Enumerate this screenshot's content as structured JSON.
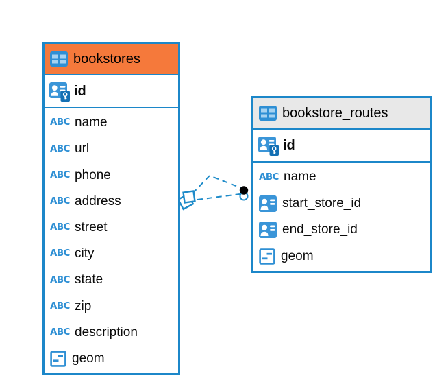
{
  "diagram": {
    "tables": [
      {
        "title": "bookstores",
        "header_style": "highlighted-orange",
        "primary_key": {
          "name": "id",
          "icon": "person-card-key"
        },
        "columns": [
          {
            "name": "name",
            "icon": "text"
          },
          {
            "name": "url",
            "icon": "text"
          },
          {
            "name": "phone",
            "icon": "text"
          },
          {
            "name": "address",
            "icon": "text"
          },
          {
            "name": "street",
            "icon": "text"
          },
          {
            "name": "city",
            "icon": "text"
          },
          {
            "name": "state",
            "icon": "text"
          },
          {
            "name": "zip",
            "icon": "text"
          },
          {
            "name": "description",
            "icon": "text"
          },
          {
            "name": "geom",
            "icon": "geometry"
          }
        ]
      },
      {
        "title": "bookstore_routes",
        "header_style": "gray",
        "primary_key": {
          "name": "id",
          "icon": "person-card-key"
        },
        "columns": [
          {
            "name": "name",
            "icon": "text"
          },
          {
            "name": "start_store_id",
            "icon": "person-card"
          },
          {
            "name": "end_store_id",
            "icon": "person-card"
          },
          {
            "name": "geom",
            "icon": "geometry"
          }
        ]
      }
    ],
    "relationship": {
      "from_table": "bookstore_routes",
      "to_table": "bookstores",
      "style": "dashed",
      "link_count": 2
    },
    "icons": {
      "text_type_label": "ABC"
    },
    "colors": {
      "table_border_blue": "#1C87C9",
      "icon_blue": "#3A95D8",
      "icon_grid_blue": "#2E8FD4",
      "key_badge_blue": "#1470B4",
      "header_orange": "#F5793B",
      "header_gray": "#E8E8E8",
      "link_blue": "#1E8BC9",
      "endpoint_black": "#000000"
    }
  }
}
